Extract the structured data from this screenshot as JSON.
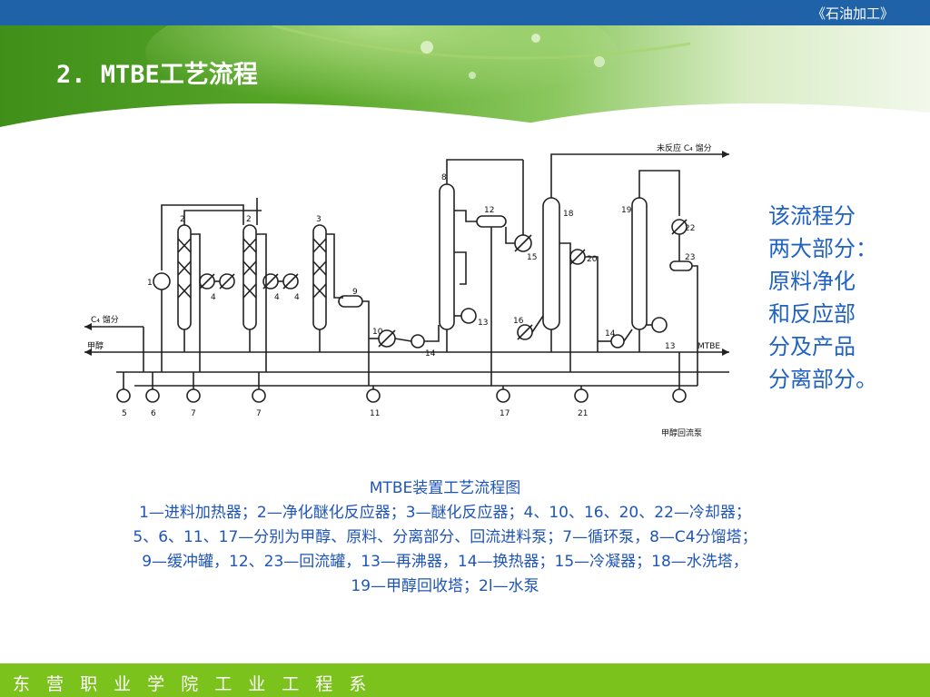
{
  "header": {
    "course": "《石油加工》",
    "title": "2. MTBE工艺流程"
  },
  "colors": {
    "top_bar": "#1f62a8",
    "banner_green": "#4a9a1c",
    "footer_green": "#7cc21c",
    "text_blue": "#1f62c4"
  },
  "side_note": {
    "lines": [
      "该流程分",
      "两大部分：",
      "原料净化",
      "和反应部",
      "分及产品",
      "分离部分。"
    ]
  },
  "diagram": {
    "labels": {
      "unreacted_c4": "未反应 C₄ 馏分",
      "c4_feed": "C₄ 馏分",
      "methanol": "甲醇",
      "mtbe": "MTBE",
      "methanol_pump": "甲醇回流泵"
    },
    "numbers": [
      "1",
      "2",
      "2",
      "3",
      "4",
      "4",
      "4",
      "5",
      "6",
      "7",
      "7",
      "8",
      "9",
      "10",
      "11",
      "12",
      "13",
      "13",
      "14",
      "14",
      "15",
      "16",
      "17",
      "18",
      "19",
      "20",
      "21",
      "22",
      "23"
    ]
  },
  "caption": {
    "title": "MTBE装置工艺流程图",
    "lines": [
      "1—进料加热器；2—净化醚化反应器；3—醚化反应器；4、10、16、20、22—冷却器；",
      "5、6、11、17—分别为甲醇、原料、分离部分、回流进料泵；7—循环泵，8—C4分馏塔；",
      "9—缓冲罐，12、23—回流罐，13—再沸器，14—换热器；15—冷凝器；18—水洗塔，",
      "19—甲醇回收塔；2l—水泵"
    ]
  },
  "footer": {
    "department": "东 营 职 业 学 院 工 业 工 程 系"
  }
}
